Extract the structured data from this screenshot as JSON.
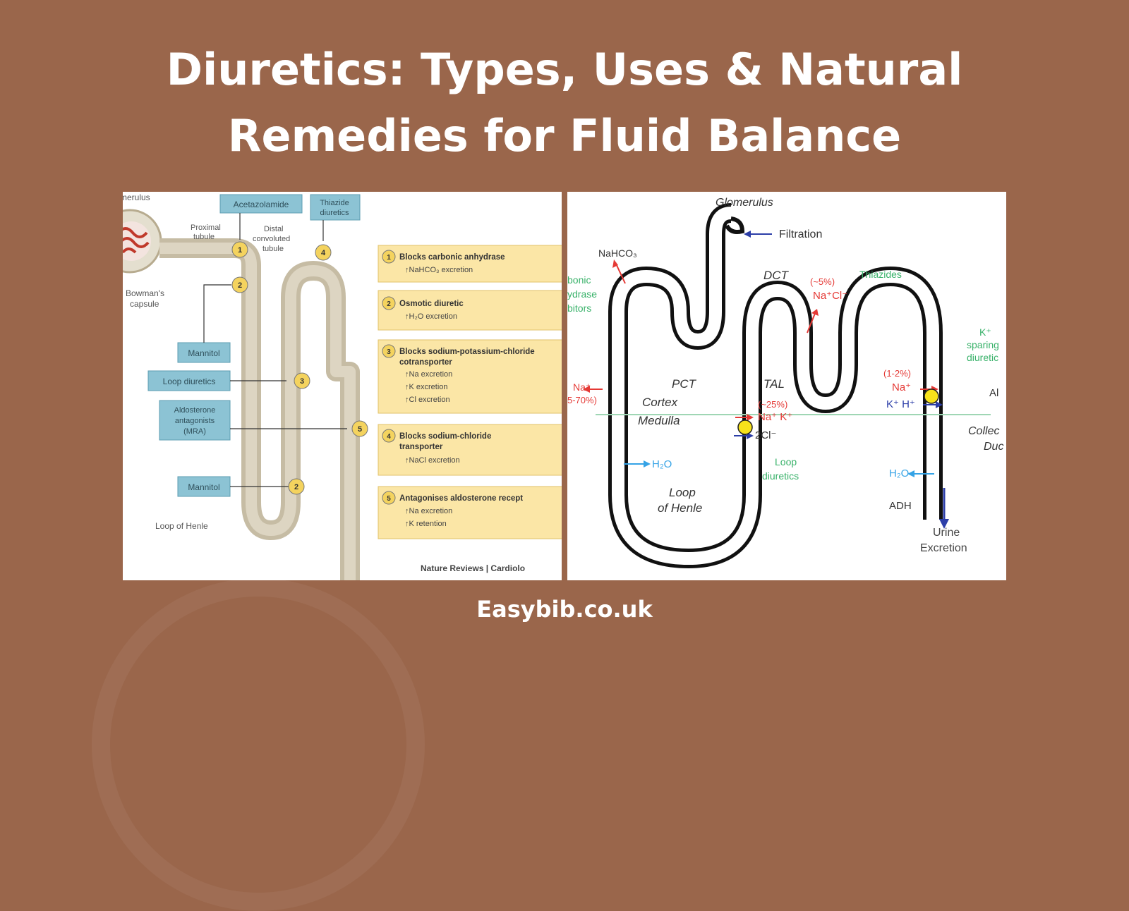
{
  "page": {
    "title_line1": "Diuretics: Types, Uses & Natural",
    "title_line2": "Remedies for Fluid Balance",
    "footer": "Easybib.co.uk",
    "colors": {
      "background": "#9a664b",
      "title_text": "#ffffff",
      "panel": "#ffffff"
    }
  },
  "left_diagram": {
    "labels": {
      "glomerulus": "merulus",
      "proximal": "Proximal",
      "tubule": "tubule",
      "distal1": "Distal",
      "distal2": "convoluted",
      "distal3": "tubule",
      "bowman1": "Bowman's",
      "bowman2": "capsule",
      "loop_of_henle": "Loop of Henle",
      "source": "Nature Reviews | Cardiolo"
    },
    "drug_boxes": {
      "acetazolamide": "Acetazolamide",
      "thiazide1": "Thiazide",
      "thiazide2": "diuretics",
      "mannitol_top": "Mannitol",
      "loop_diuretics": "Loop diuretics",
      "aldo1": "Aldosterone",
      "aldo2": "antagonists",
      "aldo3": "(MRA)",
      "mannitol_bottom": "Mannitol"
    },
    "site_markers": [
      "1",
      "2",
      "4",
      "3",
      "5",
      "2"
    ],
    "mechanisms": [
      {
        "num": "1",
        "title": "Blocks carbonic anhydrase",
        "lines": [
          "↑NaHCO₃ excretion"
        ]
      },
      {
        "num": "2",
        "title": "Osmotic diuretic",
        "lines": [
          "↑H₂O excretion"
        ]
      },
      {
        "num": "3",
        "title": "Blocks sodium-potassium-chloride",
        "title2": "cotransporter",
        "lines": [
          "↑Na excretion",
          "↑K excretion",
          "↑Cl excretion"
        ]
      },
      {
        "num": "4",
        "title": "Blocks sodium-chloride",
        "title2": "transporter",
        "lines": [
          "↑NaCl excretion"
        ]
      },
      {
        "num": "5",
        "title": "Antagonises aldosterone recept",
        "lines": [
          "↑Na excretion",
          "↑K retention"
        ]
      }
    ]
  },
  "right_diagram": {
    "labels": {
      "glomerulus": "Glomerulus",
      "filtration": "Filtration",
      "nahco3": "NaHCO₃",
      "carbonic1": "bonic",
      "carbonic2": "ydrase",
      "carbonic3": "bitors",
      "dct": "DCT",
      "pct": "PCT",
      "tal": "TAL",
      "cortex": "Cortex",
      "medulla": "Medulla",
      "loop1": "Loop",
      "loop2": "of Henle",
      "thiazides": "Thiazides",
      "dct_pct": "(~5%)",
      "dct_nacl": "Na⁺Cl⁻",
      "pct_na": "Na⁺",
      "pct_pct": "5-70%)",
      "tal_pct": "(~25%)",
      "tal_nak": "Na⁺ K⁺",
      "tal_2cl": "2Cl⁻",
      "loop_diuretics1": "Loop",
      "loop_diuretics2": "diuretics",
      "h2o_left": "H₂O",
      "k_sparing1": "K⁺",
      "k_sparing2": "sparing",
      "k_sparing3": "diuretic",
      "cd_pct": "(1-2%)",
      "cd_na": "Na⁺",
      "cd_kh": "K⁺ H⁺",
      "aldo": "Al",
      "collecting1": "Collec",
      "collecting2": "Duc",
      "h2o_right": "H₂O",
      "adh": "ADH",
      "urine1": "Urine",
      "urine2": "Excretion"
    }
  }
}
